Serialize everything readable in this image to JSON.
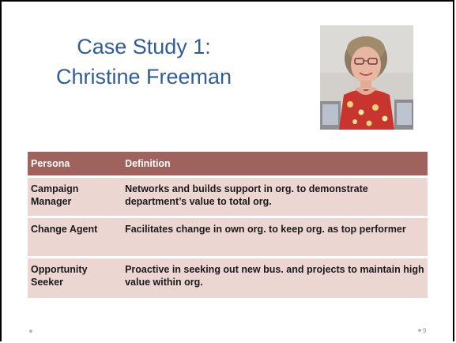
{
  "slide": {
    "title_line1": "Case Study 1:",
    "title_line2": "Christine Freeman",
    "page_number": "9"
  },
  "table": {
    "headers": [
      "Persona",
      "Definition"
    ],
    "rows": [
      {
        "persona": "Campaign Manager",
        "definition": "Networks and builds support in org. to demonstrate department’s value to total org."
      },
      {
        "persona": "Change Agent",
        "definition": "Facilitates change in own org. to keep org. as top performer"
      },
      {
        "persona": "Opportunity Seeker",
        "definition": "Proactive in seeking out new bus. and projects to maintain high value within org."
      }
    ]
  },
  "colors": {
    "title": "#2f5d99",
    "header_bg": "#a0625c",
    "row_bg": "#ecd6d2"
  },
  "photo": {
    "icon": "person-photo"
  }
}
